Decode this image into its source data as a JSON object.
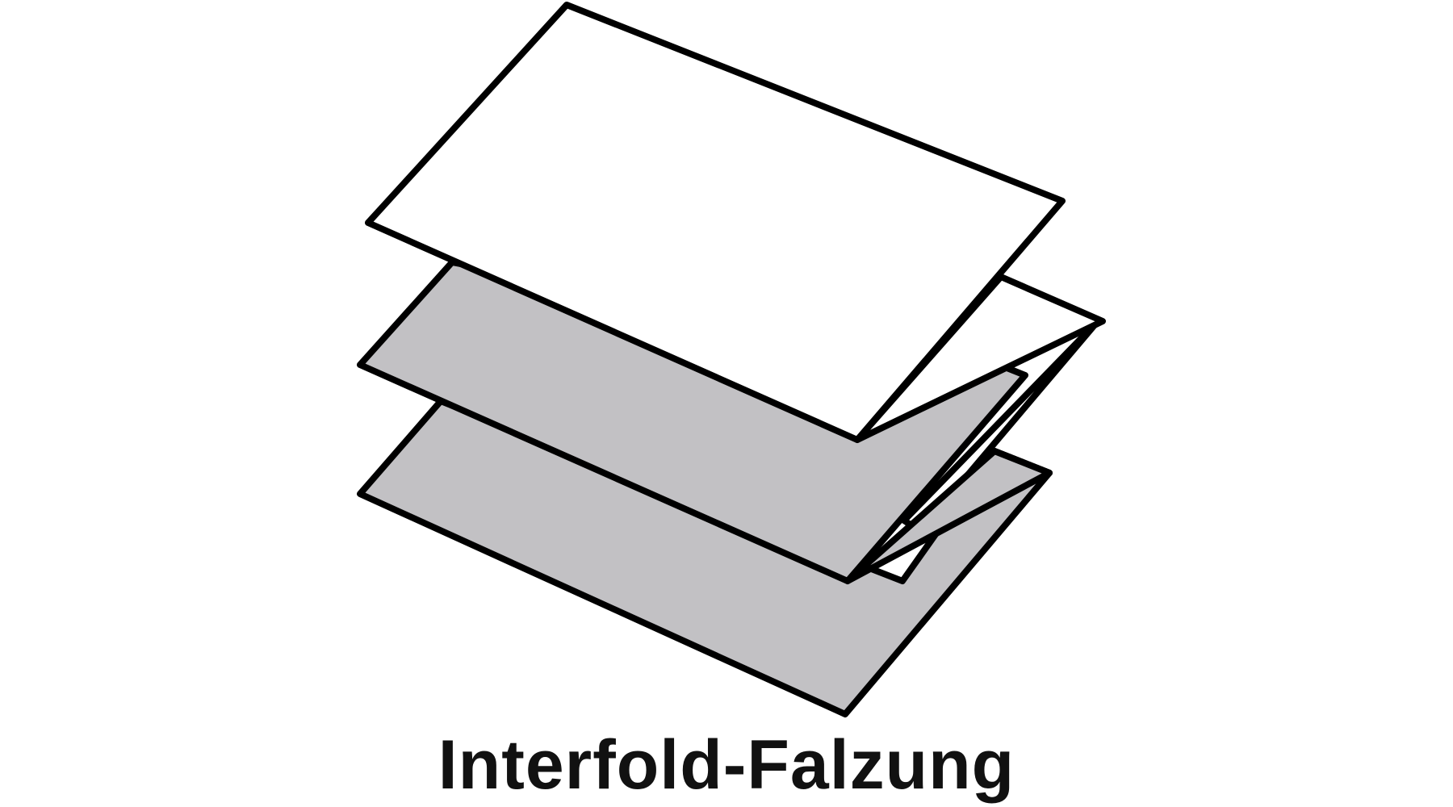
{
  "caption": "Interfold-Falzung",
  "colors": {
    "sheet_white": "#ffffff",
    "sheet_grey": "#c2c1c4",
    "outline": "#000000",
    "background": "#ffffff"
  },
  "sheets": [
    {
      "name": "bottom-sheet",
      "color": "grey"
    },
    {
      "name": "middle-sheet",
      "color": "grey"
    },
    {
      "name": "top-sheet",
      "color": "white"
    }
  ]
}
